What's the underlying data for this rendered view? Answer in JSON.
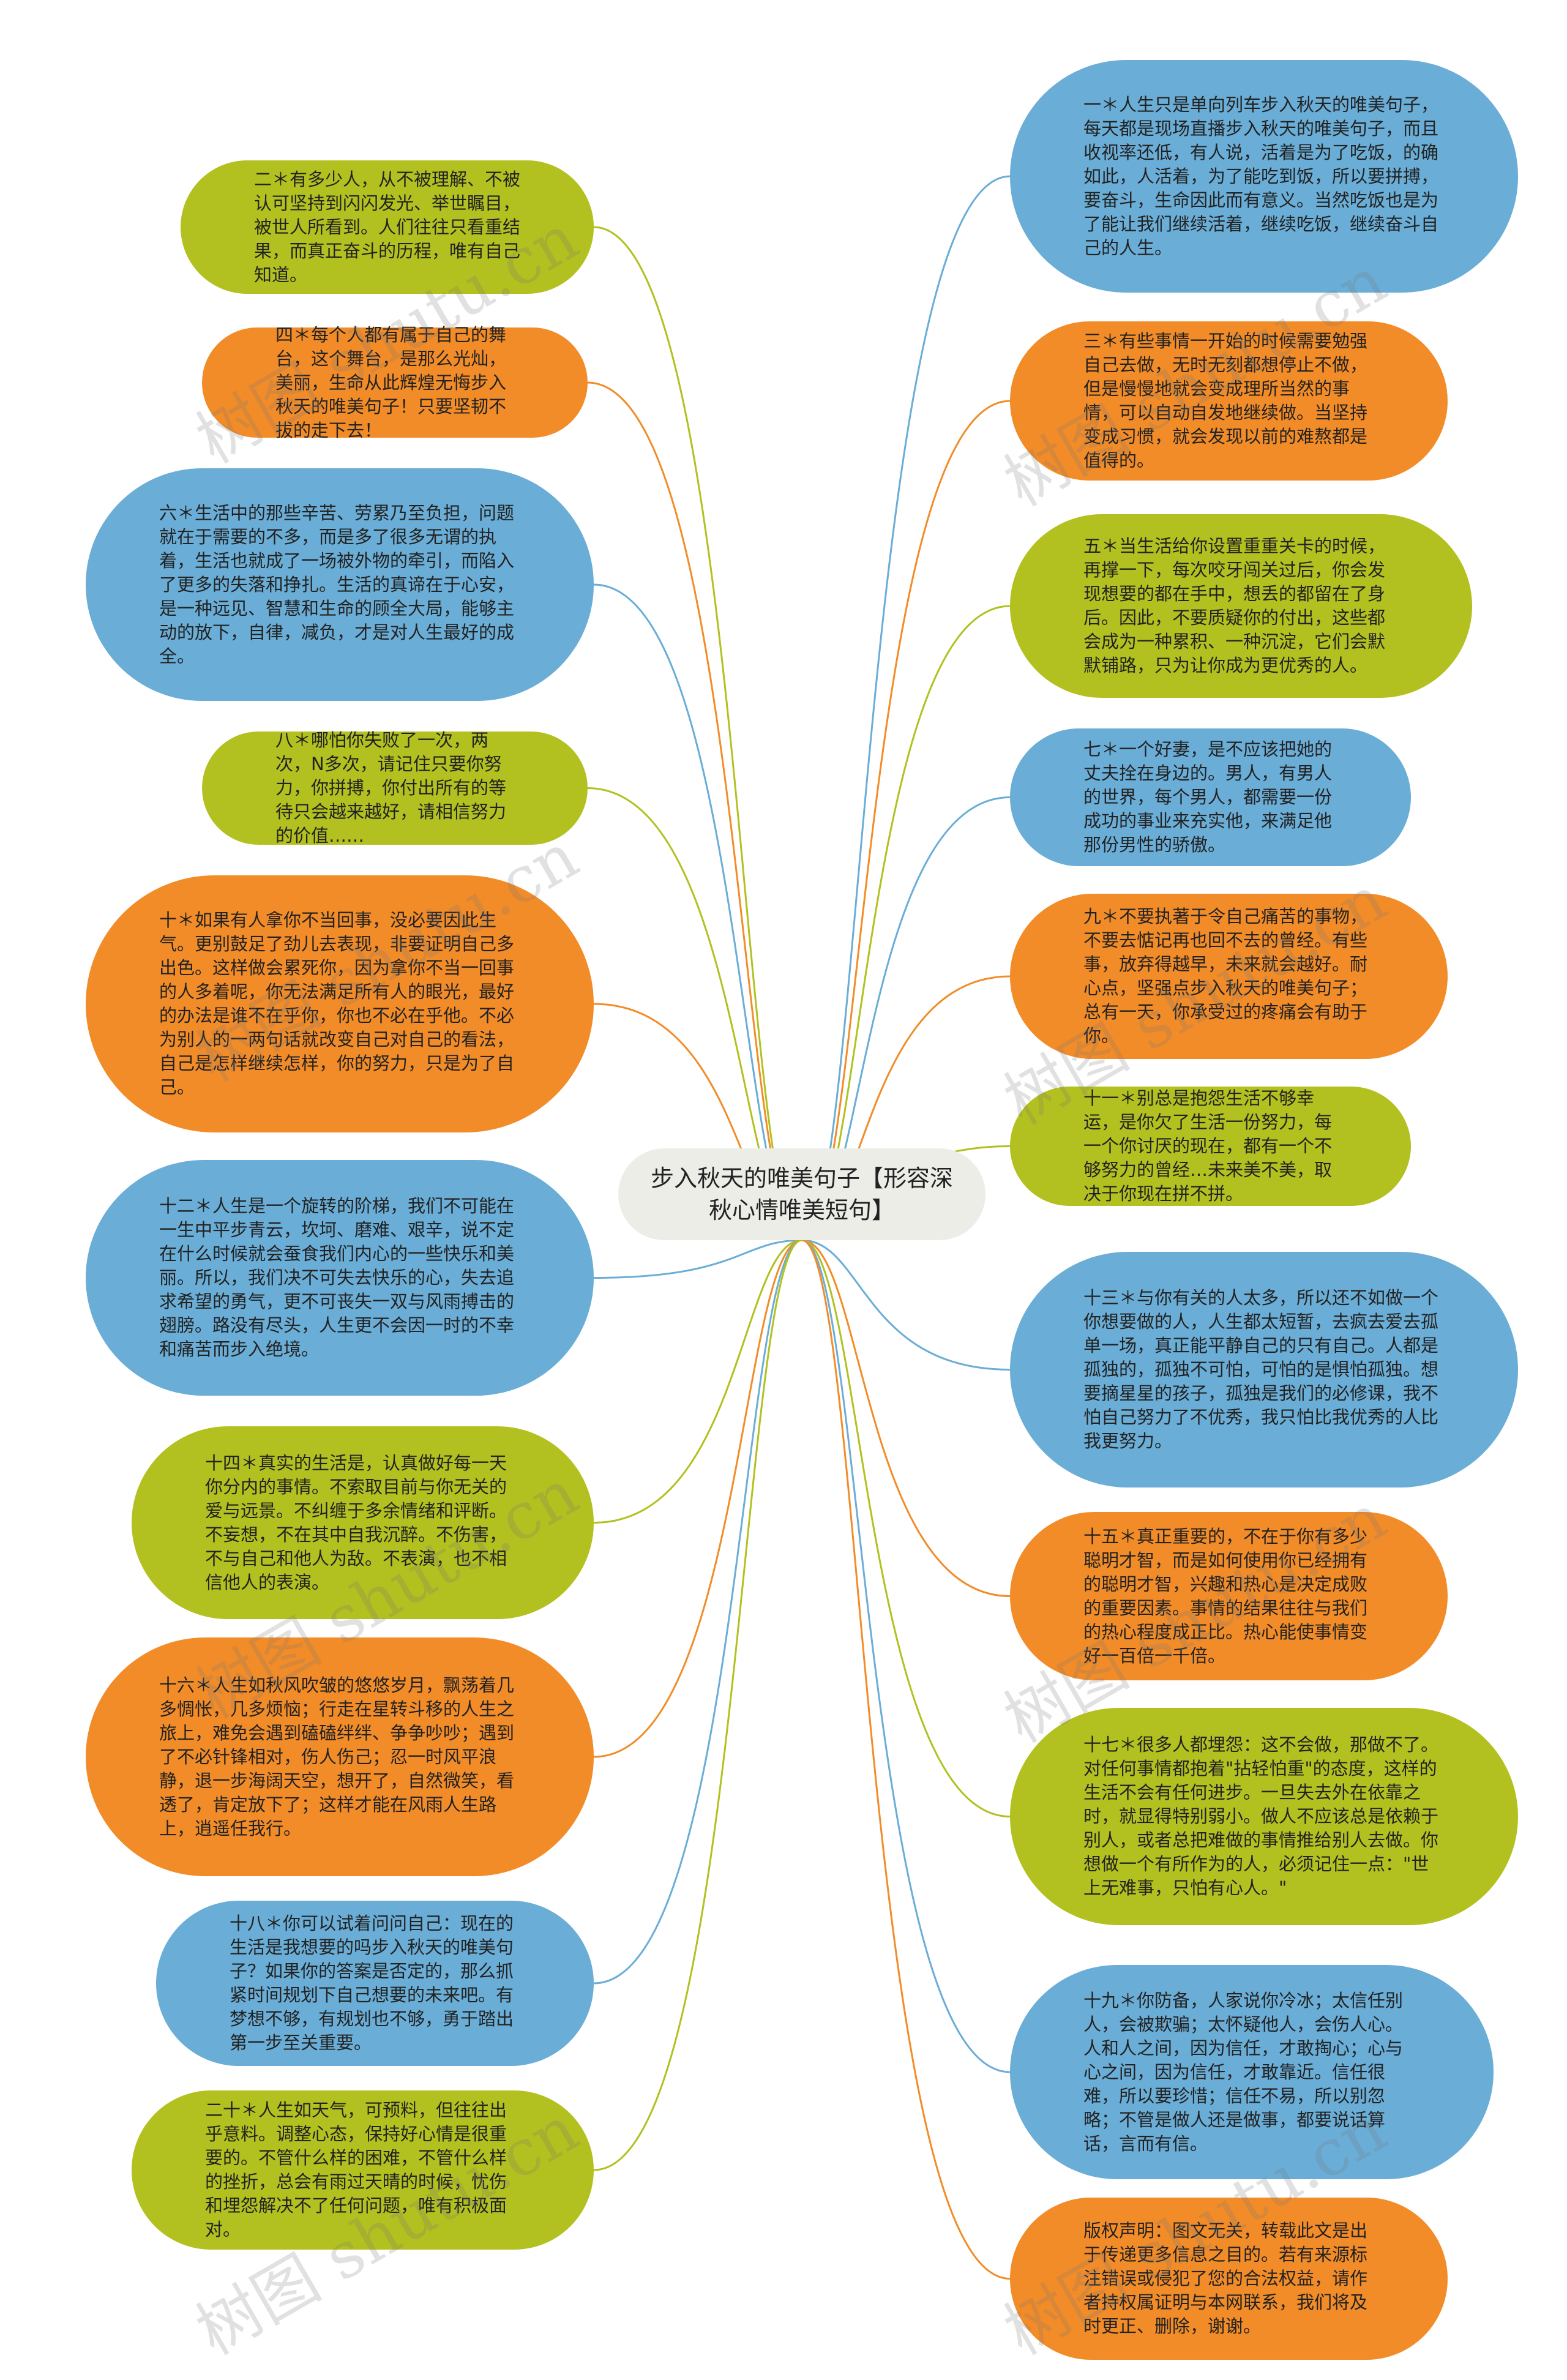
{
  "colors": {
    "green": "#b2c11f",
    "orange": "#f28c28",
    "blue": "#6aadd6"
  },
  "center": {
    "title": "步入秋天的唯美句子【形容深秋心情唯美短句】"
  },
  "watermark": "树图 shutu.cn",
  "left": [
    {
      "color": "green",
      "text": "二＊有多少人，从不被理解、不被认可坚持到闪闪发光、举世瞩目，被世人所看到。人们往往只看重结果，而真正奋斗的历程，唯有自己知道。"
    },
    {
      "color": "orange",
      "text": "四＊每个人都有属于自己的舞台，这个舞台，是那么光灿，美丽，生命从此辉煌无悔步入秋天的唯美句子！只要坚韧不拔的走下去！"
    },
    {
      "color": "blue",
      "text": "六＊生活中的那些辛苦、劳累乃至负担，问题就在于需要的不多，而是多了很多无谓的执着，生活也就成了一场被外物的牵引，而陷入了更多的失落和挣扎。生活的真谛在于心安，是一种远见、智慧和生命的顾全大局，能够主动的放下，自律，减负，才是对人生最好的成全。"
    },
    {
      "color": "green",
      "text": "八＊哪怕你失败了一次，两次，N多次，请记住只要你努力，你拼搏，你付出所有的等待只会越来越好，请相信努力的价值……"
    },
    {
      "color": "orange",
      "text": "十＊如果有人拿你不当回事，没必要因此生气。更别鼓足了劲儿去表现，非要证明自己多出色。这样做会累死你，因为拿你不当一回事的人多着呢，你无法满足所有人的眼光，最好的办法是谁不在乎你，你也不必在乎他。不必为别人的一两句话就改变自己对自己的看法，自己是怎样继续怎样，你的努力，只是为了自己。"
    },
    {
      "color": "blue",
      "text": "十二＊人生是一个旋转的阶梯，我们不可能在一生中平步青云，坎坷、磨难、艰辛，说不定在什么时候就会蚕食我们内心的一些快乐和美丽。所以，我们决不可失去快乐的心，失去追求希望的勇气，更不可丧失一双与风雨搏击的翅膀。路没有尽头，人生更不会因一时的不幸和痛苦而步入绝境。"
    },
    {
      "color": "green",
      "text": "十四＊真实的生活是，认真做好每一天你分内的事情。不索取目前与你无关的爱与远景。不纠缠于多余情绪和评断。不妄想，不在其中自我沉醉。不伤害，不与自己和他人为敌。不表演，也不相信他人的表演。"
    },
    {
      "color": "orange",
      "text": "十六＊人生如秋风吹皱的悠悠岁月，飘荡着几多惆怅，几多烦恼；行走在星转斗移的人生之旅上，难免会遇到磕磕绊绊、争争吵吵；遇到了不必针锋相对，伤人伤己；忍一时风平浪静，退一步海阔天空，想开了，自然微笑，看透了，肯定放下了；这样才能在风雨人生路上，逍遥任我行。"
    },
    {
      "color": "blue",
      "text": "十八＊你可以试着问问自己：现在的生活是我想要的吗步入秋天的唯美句子？如果你的答案是否定的，那么抓紧时间规划下自己想要的未来吧。有梦想不够，有规划也不够，勇于踏出第一步至关重要。"
    },
    {
      "color": "green",
      "text": "二十＊人生如天气，可预料，但往往出乎意料。调整心态，保持好心情是很重要的。不管什么样的困难，不管什么样的挫折，总会有雨过天晴的时候，忧伤和埋怨解决不了任何问题，唯有积极面对。"
    }
  ],
  "right": [
    {
      "color": "blue",
      "text": "一＊人生只是单向列车步入秋天的唯美句子，每天都是现场直播步入秋天的唯美句子，而且收视率还低，有人说，活着是为了吃饭，的确如此，人活着，为了能吃到饭，所以要拼搏，要奋斗，生命因此而有意义。当然吃饭也是为了能让我们继续活着，继续吃饭，继续奋斗自己的人生。"
    },
    {
      "color": "orange",
      "text": "三＊有些事情一开始的时候需要勉强自己去做，无时无刻都想停止不做，但是慢慢地就会变成理所当然的事情，可以自动自发地继续做。当坚持变成习惯，就会发现以前的难熬都是值得的。"
    },
    {
      "color": "green",
      "text": "五＊当生活给你设置重重关卡的时候，再撑一下，每次咬牙闯关过后，你会发现想要的都在手中，想丢的都留在了身后。因此，不要质疑你的付出，这些都会成为一种累积、一种沉淀，它们会默默铺路，只为让你成为更优秀的人。"
    },
    {
      "color": "blue",
      "text": "七＊一个好妻，是不应该把她的丈夫拴在身边的。男人，有男人的世界，每个男人，都需要一份成功的事业来充实他，来满足他那份男性的骄傲。"
    },
    {
      "color": "orange",
      "text": "九＊不要执著于令自己痛苦的事物，不要去惦记再也回不去的曾经。有些事，放弃得越早，未来就会越好。耐心点，坚强点步入秋天的唯美句子；总有一天，你承受过的疼痛会有助于你。"
    },
    {
      "color": "green",
      "text": "十一＊别总是抱怨生活不够幸运，是你欠了生活一份努力，每一个你讨厌的现在，都有一个不够努力的曾经…未来美不美，取决于你现在拼不拼。"
    },
    {
      "color": "blue",
      "text": "十三＊与你有关的人太多，所以还不如做一个你想要做的人，人生都太短暂，去疯去爱去孤单一场，真正能平静自己的只有自己。人都是孤独的，孤独不可怕，可怕的是惧怕孤独。想要摘星星的孩子，孤独是我们的必修课，我不怕自己努力了不优秀，我只怕比我优秀的人比我更努力。"
    },
    {
      "color": "orange",
      "text": "十五＊真正重要的，不在于你有多少聪明才智，而是如何使用你已经拥有的聪明才智，兴趣和热心是决定成败的重要因素。事情的结果往往与我们的热心程度成正比。热心能使事情变好一百倍一千倍。"
    },
    {
      "color": "green",
      "text": "十七＊很多人都埋怨：这不会做，那做不了。对任何事情都抱着\"拈轻怕重\"的态度，这样的生活不会有任何进步。一旦失去外在依靠之时，就显得特别弱小。做人不应该总是依赖于别人，或者总把难做的事情推给别人去做。你想做一个有所作为的人，必须记住一点：\"世上无难事，只怕有心人。\""
    },
    {
      "color": "blue",
      "text": "十九＊你防备，人家说你冷冰；太信任别人，会被欺骗；太怀疑他人，会伤人心。人和人之间，因为信任，才敢掏心；心与心之间，因为信任，才敢靠近。信任很难，所以要珍惜；信任不易，所以别忽略；不管是做人还是做事，都要说话算话，言而有信。"
    },
    {
      "color": "orange",
      "text": "版权声明：图文无关，转载此文是出于传递更多信息之目的。若有来源标注错误或侵犯了您的合法权益，请作者持权属证明与本网联系，我们将及时更正、删除，谢谢。"
    }
  ]
}
